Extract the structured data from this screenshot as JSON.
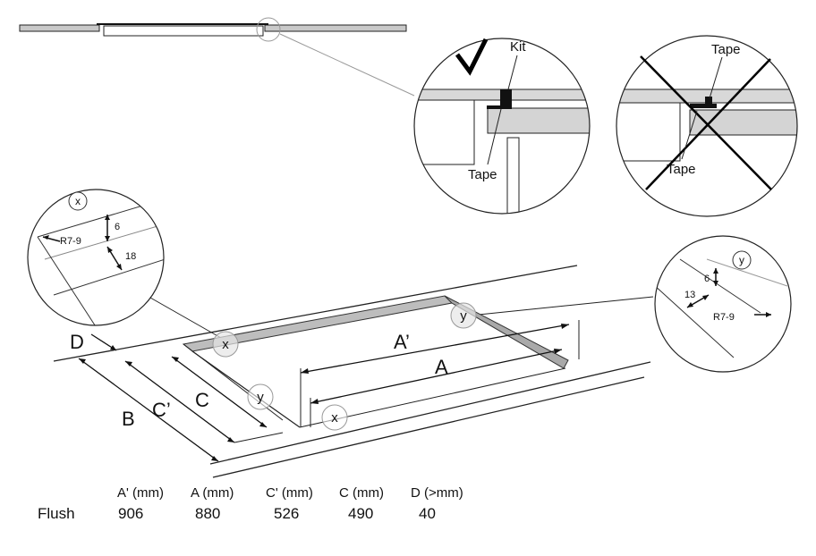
{
  "callouts": {
    "kit": "Kit",
    "tape_ok": "Tape",
    "tape_bad_top": "Tape",
    "tape_bad_bottom": "Tape",
    "x_marker": "x",
    "y_marker": "y",
    "detail_x": {
      "radius": "R7-9",
      "dim_a": "6",
      "dim_b": "18"
    },
    "detail_y": {
      "dim_a": "6",
      "dim_b": "13",
      "radius": "R7-9"
    }
  },
  "dimensions": {
    "A_prime": "A’",
    "A": "A",
    "B": "B",
    "C_prime": "C’",
    "C": "C",
    "D": "D",
    "x": "x",
    "y": "y"
  },
  "table": {
    "headers": [
      "A' (mm)",
      "A (mm)",
      "C' (mm)",
      "C (mm)",
      "D (>mm)"
    ],
    "row_label": "Flush",
    "values": [
      "906",
      "880",
      "526",
      "490",
      "40"
    ]
  }
}
